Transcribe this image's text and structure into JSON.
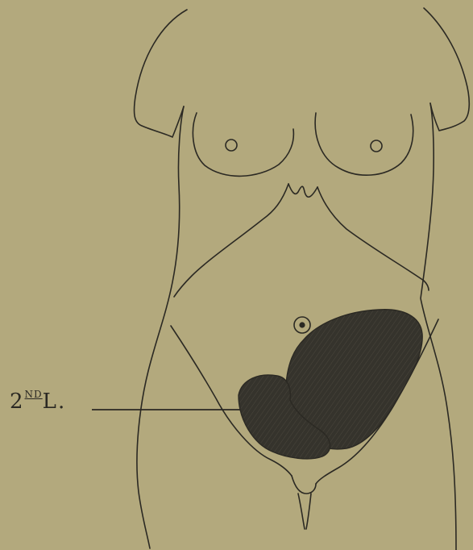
{
  "figure": {
    "label_number": "2",
    "label_suffix": "ND",
    "label_tail": "L.",
    "colors": {
      "background": "#b3a97d",
      "ink": "#2b2923",
      "shading": "#34322b"
    }
  }
}
